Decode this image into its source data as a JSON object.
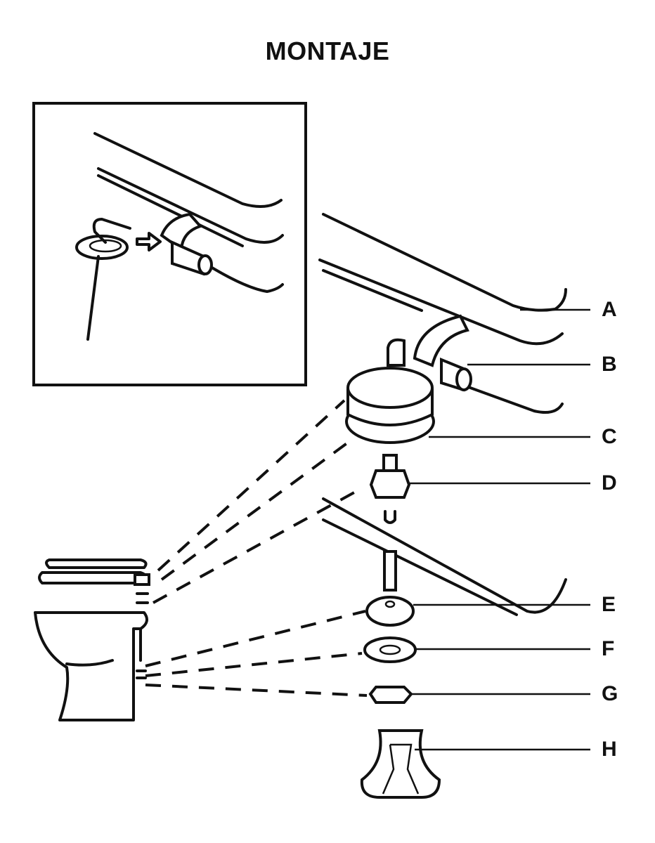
{
  "title": "MONTAJE",
  "part_labels": [
    "A",
    "B",
    "C",
    "D",
    "E",
    "F",
    "G",
    "H"
  ]
}
